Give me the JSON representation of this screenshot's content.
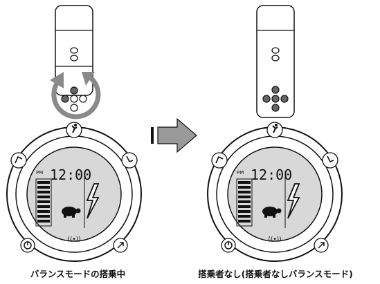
{
  "left_panel": {
    "caption": "バランスモードの搭乗中",
    "display": {
      "time": "12:00",
      "meridiem": "PM",
      "signal_symbol": "((•))"
    }
  },
  "right_panel": {
    "caption": "搭乗者なし(搭乗者なしバランスモード)",
    "display": {
      "time": "12:00",
      "meridiem": "PM",
      "signal_symbol": "((•))"
    }
  },
  "icons": {
    "rider": "rider-icon",
    "balance_mode": "turtle-icon",
    "power": "power-icon",
    "lightning": "lightning-icon",
    "moon": "moon-icon",
    "rotate": "rotate-arrow-icon",
    "transition": "right-arrow-icon"
  },
  "colors": {
    "lcd_background": "#d8d8d8",
    "dot_dark": "#666666",
    "rotate_ring": "#8a8a8a",
    "arrow_fill": "#9a9a9a",
    "outline": "#111111"
  }
}
